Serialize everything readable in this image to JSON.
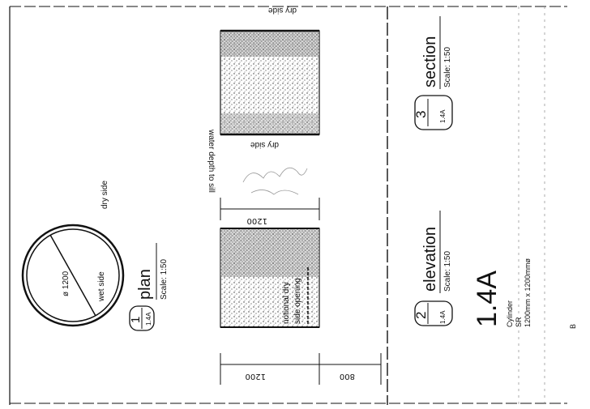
{
  "sheet": {
    "code": "1.4A",
    "description": "Cylinder",
    "location": "SR",
    "size": "1200mm x 1200mmø",
    "small_mark": "B"
  },
  "plan_view": {
    "number": "1",
    "sheet_ref": "1.4A",
    "title": "plan",
    "scale": "Scale: 1:50",
    "diameter_label": "ø 1200",
    "wet_label": "wet side",
    "dry_label": "dry side"
  },
  "elevation_view": {
    "number": "2",
    "sheet_ref": "1.4A",
    "title": "elevation",
    "scale": "Scale: 1:50",
    "dim_top": "1200",
    "dim_bottom": "1200",
    "dim_800": "800",
    "water_label": "water depth to sill",
    "opening_line1": "notional dry",
    "opening_line2": "side opening"
  },
  "section_view": {
    "number": "3",
    "sheet_ref": "1.4A",
    "title": "section",
    "scale": "Scale: 1:50",
    "dry_side_top": "dry side",
    "dry_side_bottom": "dry side"
  }
}
